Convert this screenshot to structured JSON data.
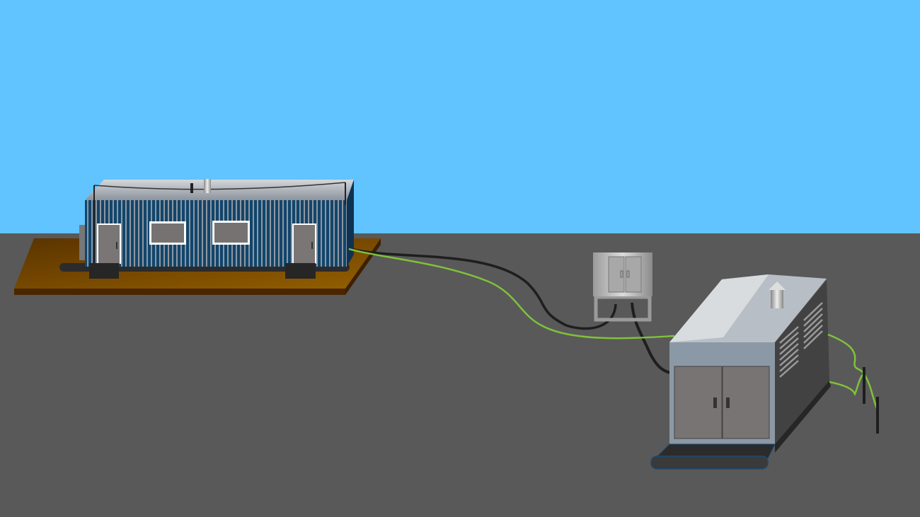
{
  "scene": {
    "colors": {
      "sky": "#61c4fe",
      "ground": "#595959",
      "pad": "#7a4a00",
      "building_siding": "#12456b",
      "ground_wire": "#7fc23a",
      "power_cable": "#1e1e1e",
      "generator_body": "#8b99a6",
      "generator_side": "#404040",
      "door": "#787474"
    },
    "icons": [
      "portable-building",
      "transfer-switch",
      "generator-enclosure",
      "grounding-rod"
    ]
  }
}
